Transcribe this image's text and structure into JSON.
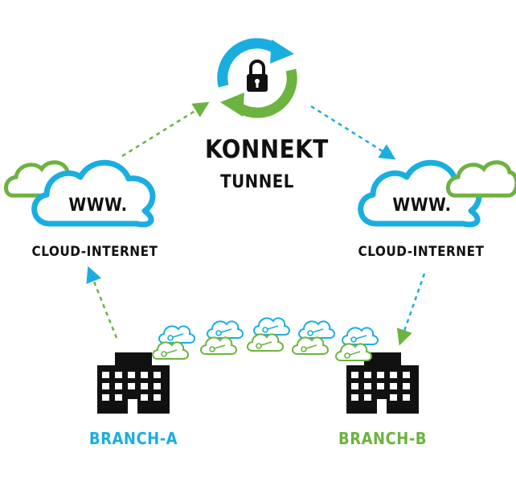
{
  "diagram": {
    "center": {
      "title": "KONNEKT",
      "subtitle": "TUNNEL",
      "icon": "lock-sync-icon"
    },
    "left_cloud": {
      "www_text": "WWW.",
      "label": "CLOUD-INTERNET",
      "icon": "cloud-icon"
    },
    "right_cloud": {
      "www_text": "WWW.",
      "label": "CLOUD-INTERNET",
      "icon": "cloud-icon"
    },
    "branch_a": {
      "label": "BRANCH-A",
      "icon": "office-building-icon",
      "color": "#1aaee0"
    },
    "branch_b": {
      "label": "BRANCH-B",
      "icon": "office-building-icon",
      "color": "#6cb33f"
    },
    "data_packets_icon": "cloud-key-packet-icon",
    "colors": {
      "blue": "#1aaee0",
      "green": "#6cb33f",
      "dark": "#111111"
    }
  }
}
